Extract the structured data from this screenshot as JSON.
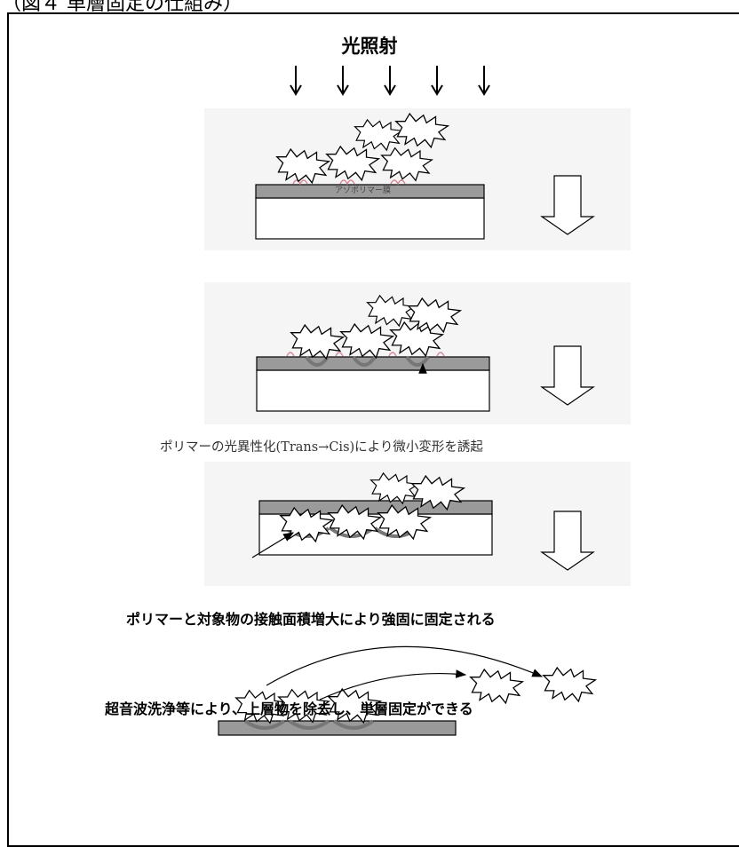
{
  "header": {
    "figure_caption": "（図４ 単層固定の仕組み）",
    "light_label": "光照射"
  },
  "diagram": {
    "layer_label": "アゾポリマー膜",
    "step2_note": "ポリマーの光異性化(Trans→Cis)により微小変形を誘起",
    "step3_note": "ポリマーと対象物の接触面積増大により強固に固定される",
    "step4_note": "超音波洗浄等により、上層物を除去し、単層固定ができる"
  },
  "colors": {
    "polymer_layer": "#9a9a9a",
    "substrate": "#ffffff",
    "contact_pink": "#d98a9a",
    "panel_bg": "#f4f4f4"
  }
}
